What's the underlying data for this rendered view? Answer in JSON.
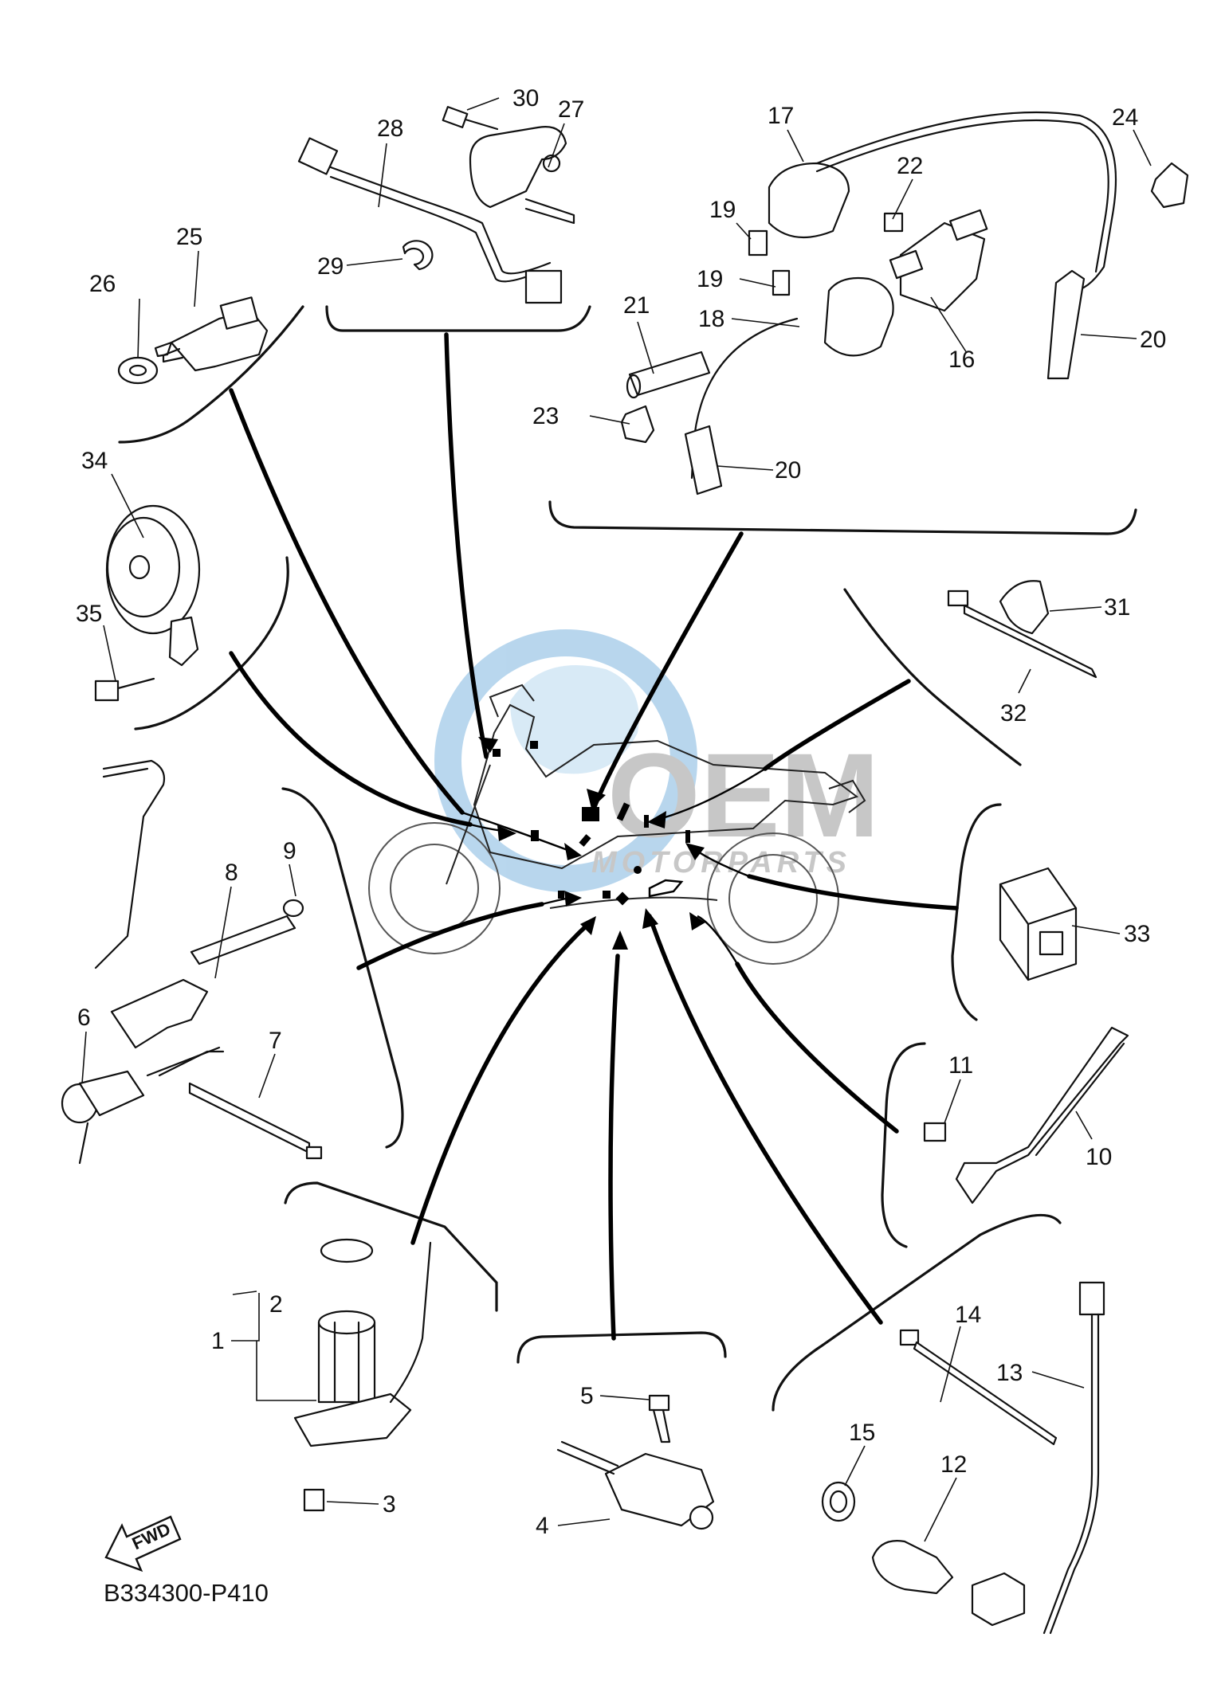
{
  "diagram": {
    "code": "B334300-P410",
    "fwd_label": "FWD",
    "watermark": {
      "main": "OEM",
      "sub": "MOTORPARTS",
      "color_blue": "#7fb6e0",
      "color_grey": "#9a9a9a"
    },
    "callouts": [
      {
        "id": "1",
        "text": "1"
      },
      {
        "id": "2",
        "text": "2"
      },
      {
        "id": "3",
        "text": "3"
      },
      {
        "id": "4",
        "text": "4"
      },
      {
        "id": "5",
        "text": "5"
      },
      {
        "id": "6",
        "text": "6"
      },
      {
        "id": "7",
        "text": "7"
      },
      {
        "id": "8",
        "text": "8"
      },
      {
        "id": "9",
        "text": "9"
      },
      {
        "id": "10",
        "text": "10"
      },
      {
        "id": "11",
        "text": "11"
      },
      {
        "id": "12",
        "text": "12"
      },
      {
        "id": "13",
        "text": "13"
      },
      {
        "id": "14",
        "text": "14"
      },
      {
        "id": "15",
        "text": "15"
      },
      {
        "id": "16",
        "text": "16"
      },
      {
        "id": "17",
        "text": "17"
      },
      {
        "id": "18",
        "text": "18"
      },
      {
        "id": "19a",
        "text": "19"
      },
      {
        "id": "19b",
        "text": "19"
      },
      {
        "id": "20a",
        "text": "20"
      },
      {
        "id": "20b",
        "text": "20"
      },
      {
        "id": "21",
        "text": "21"
      },
      {
        "id": "22",
        "text": "22"
      },
      {
        "id": "23",
        "text": "23"
      },
      {
        "id": "24",
        "text": "24"
      },
      {
        "id": "25",
        "text": "25"
      },
      {
        "id": "26",
        "text": "26"
      },
      {
        "id": "27",
        "text": "27"
      },
      {
        "id": "28",
        "text": "28"
      },
      {
        "id": "29",
        "text": "29"
      },
      {
        "id": "30",
        "text": "30"
      },
      {
        "id": "31",
        "text": "31"
      },
      {
        "id": "32",
        "text": "32"
      },
      {
        "id": "33",
        "text": "33"
      },
      {
        "id": "34",
        "text": "34"
      },
      {
        "id": "35",
        "text": "35"
      }
    ]
  }
}
